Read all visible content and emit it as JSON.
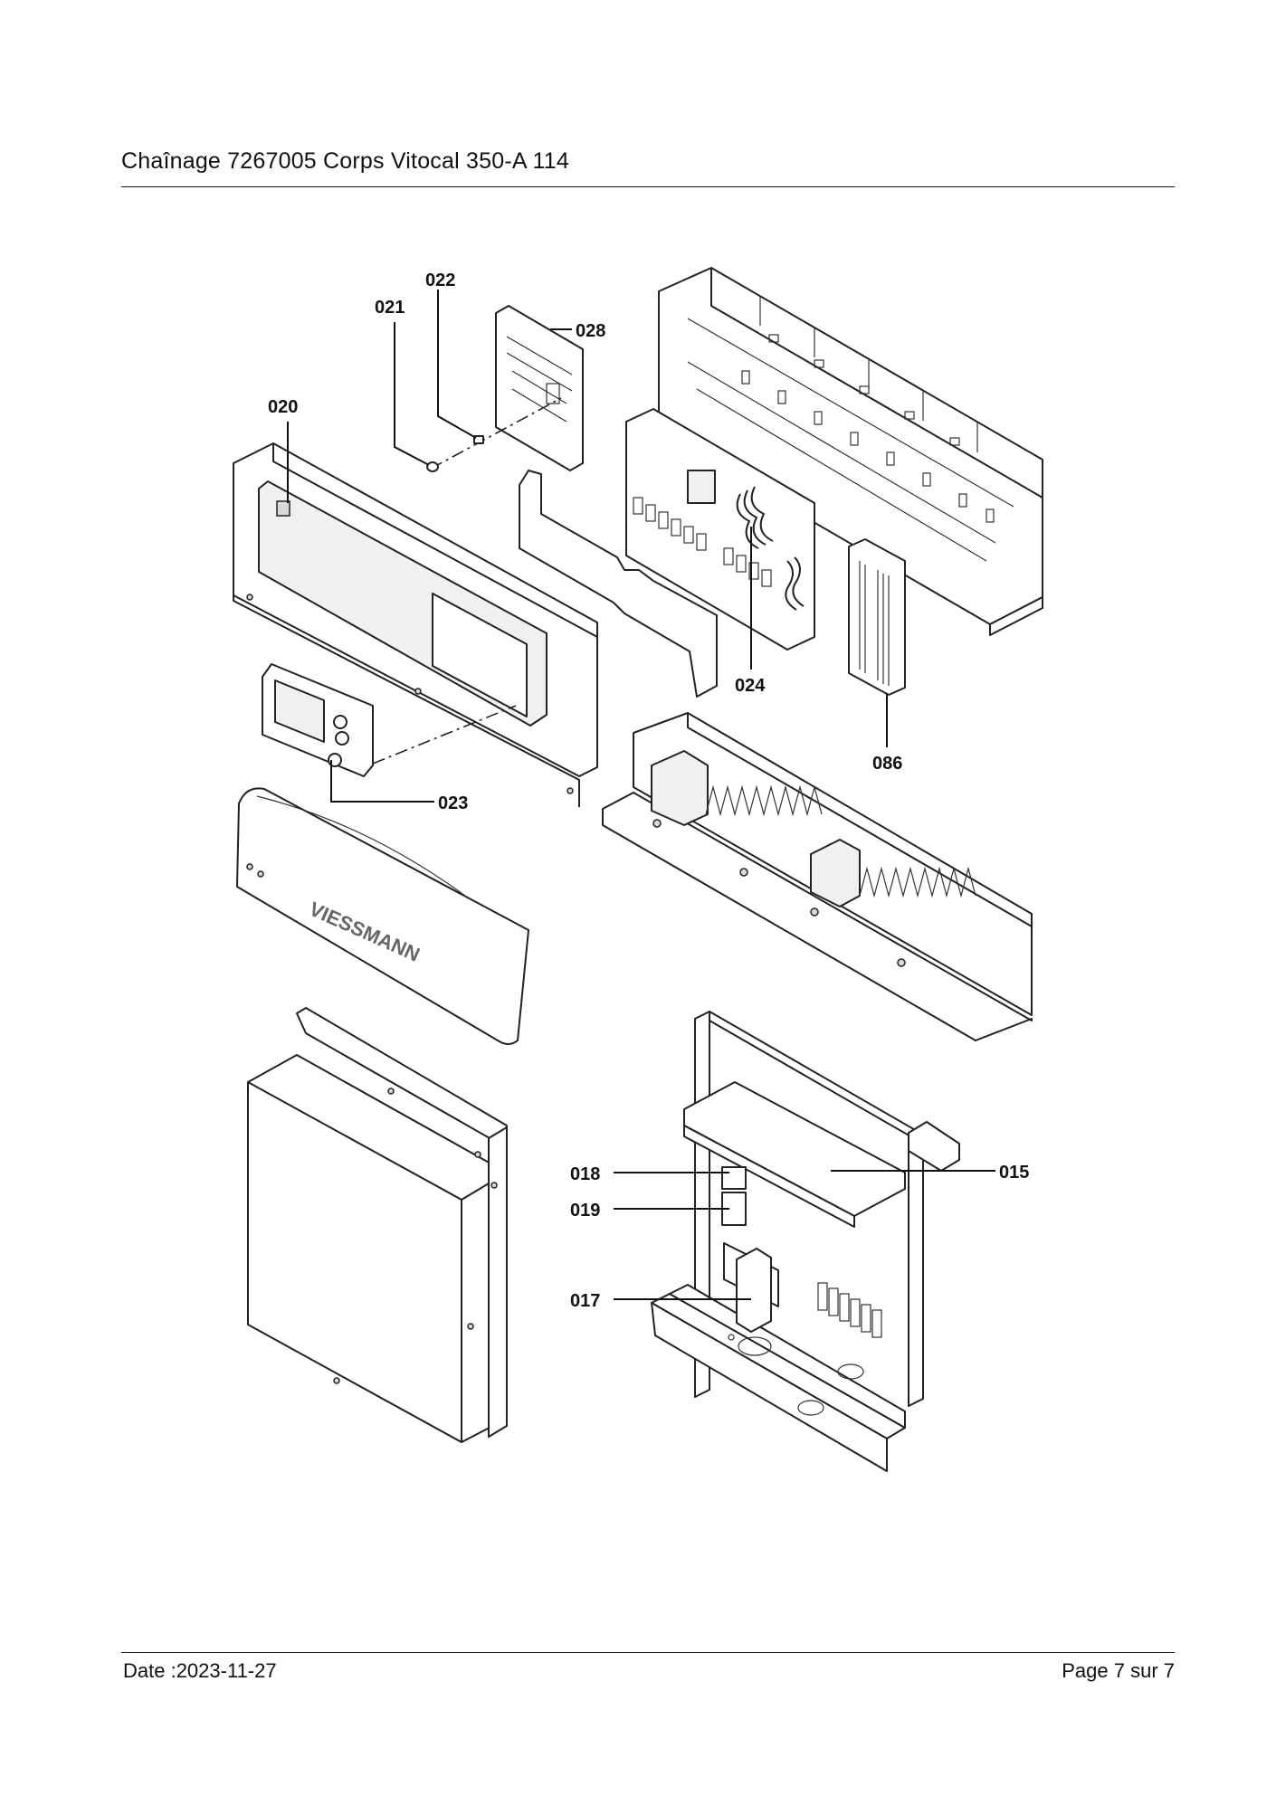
{
  "header": {
    "title": "Chaînage 7267005 Corps Vitocal 350-A 114"
  },
  "footer": {
    "date": "Date :2023-11-27",
    "page": "Page 7 sur  7"
  },
  "logo": "VIESSMANN",
  "callouts": {
    "c020": "020",
    "c021": "021",
    "c022": "022",
    "c028": "028",
    "c024": "024",
    "c086": "086",
    "c023": "023",
    "c018": "018",
    "c019": "019",
    "c017": "017",
    "c015": "015"
  }
}
